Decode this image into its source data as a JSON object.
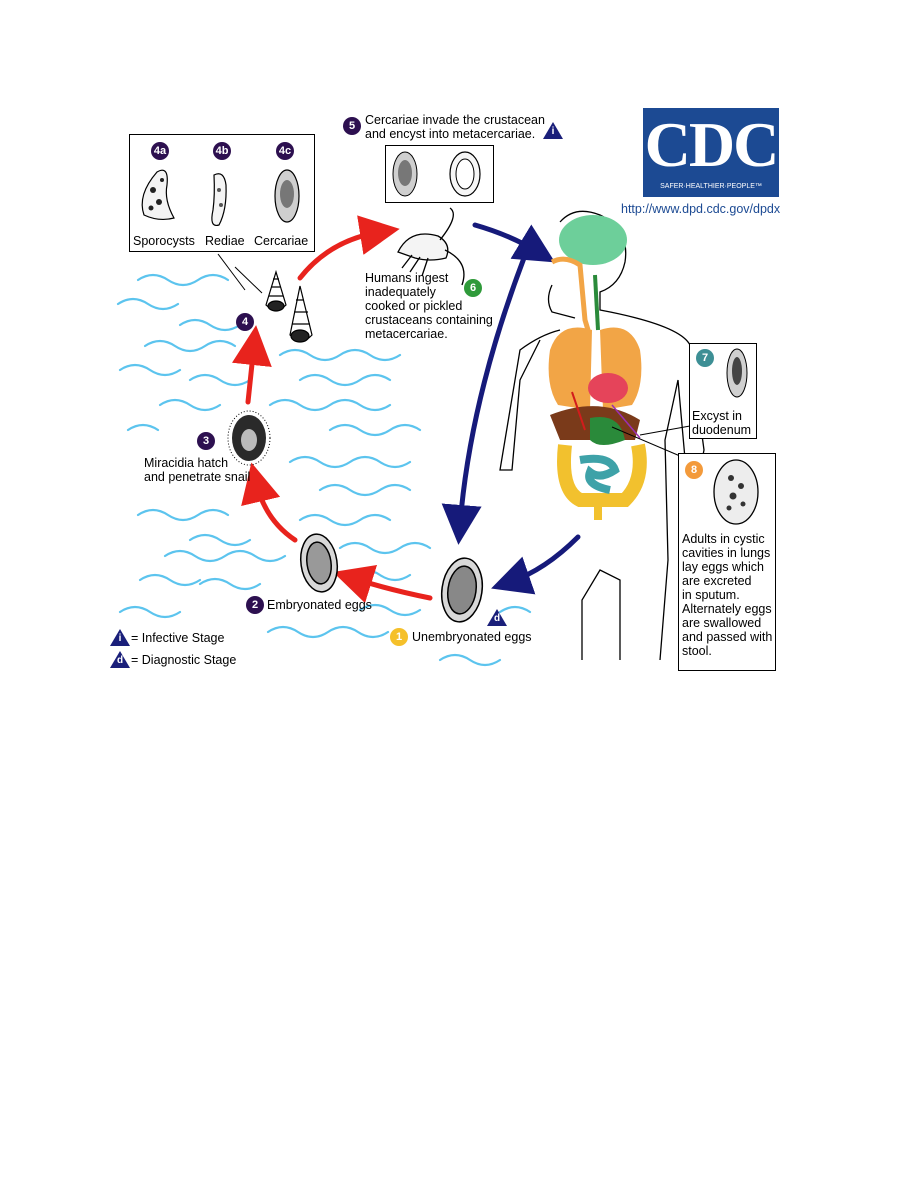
{
  "logo": {
    "text": "CDC",
    "tagline": "SAFER·HEALTHIER·PEOPLE™",
    "url": "http://www.dpd.cdc.gov/dpdx"
  },
  "stages": {
    "s4a": {
      "badge": "4a",
      "label": "Sporocysts"
    },
    "s4b": {
      "badge": "4b",
      "label": "Rediae"
    },
    "s4c": {
      "badge": "4c",
      "label": "Cercariae"
    },
    "s5": {
      "badge": "5",
      "line1": "Cercariae invade the crustacean",
      "line2": "and encyst into metacercariae."
    },
    "s6": {
      "badge": "6",
      "lines": [
        "Humans ingest",
        "inadequately",
        "cooked or pickled",
        "crustaceans containing",
        "metacercariae."
      ]
    },
    "s4": {
      "badge": "4"
    },
    "s3": {
      "badge": "3",
      "line1": "Miracidia hatch",
      "line2": "and penetrate snail"
    },
    "s2": {
      "badge": "2",
      "label": "Embryonated eggs"
    },
    "s1": {
      "badge": "1",
      "label": "Unembryonated eggs"
    },
    "s7": {
      "badge": "7",
      "line1": "Excyst in",
      "line2": "duodenum"
    },
    "s8": {
      "badge": "8",
      "lines": [
        "Adults in cystic",
        "cavities in lungs",
        "lay eggs which",
        "are excreted",
        "in sputum.",
        "Alternately eggs",
        "are swallowed",
        "and passed with",
        "stool."
      ]
    }
  },
  "legend": {
    "infective_symbol": "i",
    "infective_label": "= Infective Stage",
    "diagnostic_symbol": "d",
    "diagnostic_label": "= Diagnostic Stage"
  },
  "colors": {
    "badge_purple": "#2d1050",
    "badge_green": "#2f9a3a",
    "badge_teal": "#3d8f95",
    "badge_orange": "#f39a3b",
    "badge_yellow": "#f5c02a",
    "arrow_red": "#e8231d",
    "arrow_blue": "#161a7a",
    "water": "#5cc4ee",
    "cdc_blue": "#1c4a93",
    "brain": "#6dcf9a",
    "lungs": "#f2a546",
    "liver": "#7a3a1a",
    "stomach": "#2a8a3a",
    "intestine_small": "#3ea2a8",
    "intestine_large": "#f2c12e",
    "heart": "#e5445a"
  }
}
